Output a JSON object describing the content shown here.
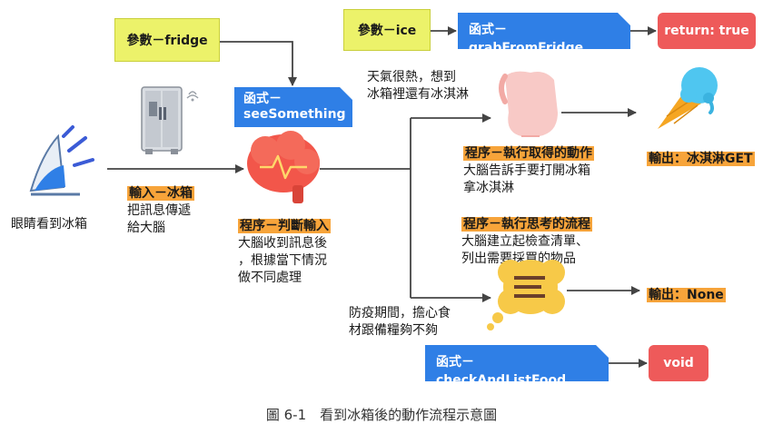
{
  "params": {
    "fridge": "參數－fridge",
    "ice": "參數－ice"
  },
  "functions": {
    "see_something": "函式－\nseeSomething",
    "grab_from_fridge": "函式－grabFromFridge",
    "check_and_list_food": "函式－checkAndListFood"
  },
  "returns": {
    "true": "return: true",
    "void": "void"
  },
  "eye": {
    "label": "眼睛看到冰箱"
  },
  "input": {
    "title": "輸入－冰箱",
    "line1": "把訊息傳遞",
    "line2": "給大腦"
  },
  "process_judge": {
    "title": "程序－判斷輸入",
    "line1": "大腦收到訊息後",
    "line2": "，根據當下情況",
    "line3": "做不同處理"
  },
  "hot_weather": {
    "line1": "天氣很熱，想到",
    "line2": "冰箱裡還有冰淇淋"
  },
  "process_action": {
    "title": "程序－執行取得的動作",
    "line1": "大腦告訴手要打開冰箱",
    "line2": "拿冰淇淋"
  },
  "output_icecream": "輸出：冰淇淋GET",
  "process_think": {
    "title": "程序－執行思考的流程",
    "line1": "大腦建立起檢查清單、",
    "line2": "列出需要採買的物品"
  },
  "pandemic": {
    "line1": "防疫期間，擔心食",
    "line2": "材跟備糧夠不夠"
  },
  "output_none": "輸出：None",
  "caption": "圖 6-1　看到冰箱後的動作流程示意圖",
  "colors": {
    "param_yellow": "#ecf26a",
    "function_blue": "#2f7fe6",
    "return_red": "#ee5a5a",
    "highlight_orange": "#f7a43a",
    "brain_red": "#f2564a",
    "thought_yellow": "#f7c948"
  },
  "icons": [
    "eye-icon",
    "fridge-icon",
    "wifi-icon",
    "brain-icon",
    "hand-icon",
    "ice-cream-icon",
    "thought-bubble-icon"
  ]
}
